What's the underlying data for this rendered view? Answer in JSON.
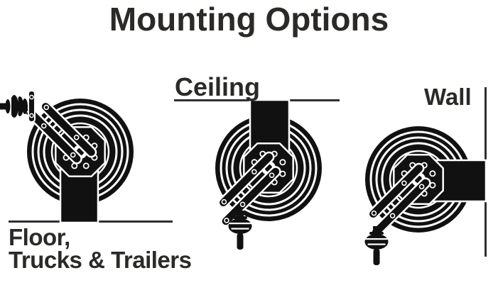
{
  "title": "Mounting Options",
  "colors": {
    "ink": "#2b2a29",
    "illustration": "#111111",
    "line": "#2f2f2f",
    "background": "#ffffff"
  },
  "figures": {
    "floor": {
      "label_line1": "Floor,",
      "label_line2": "Trucks & Trailers"
    },
    "ceiling": {
      "label": "Ceiling"
    },
    "wall": {
      "label": "Wall"
    }
  }
}
